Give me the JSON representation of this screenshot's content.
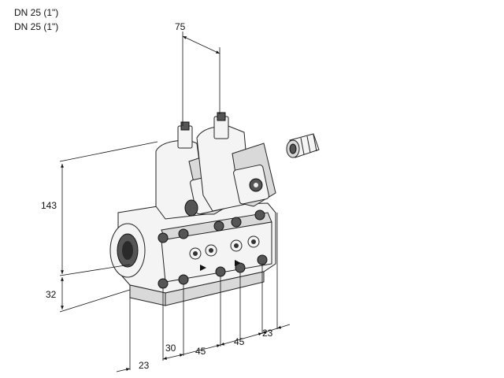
{
  "header": {
    "line1": "DN 25 (1\")",
    "line2": "DN 25 (1\")"
  },
  "dimensions": {
    "top_width": "75",
    "height": "143",
    "base_height": "32",
    "left_offset": "23",
    "pitch_a": "30",
    "pitch_b": "45",
    "pitch_c": "45",
    "right_offset": "23"
  }
}
